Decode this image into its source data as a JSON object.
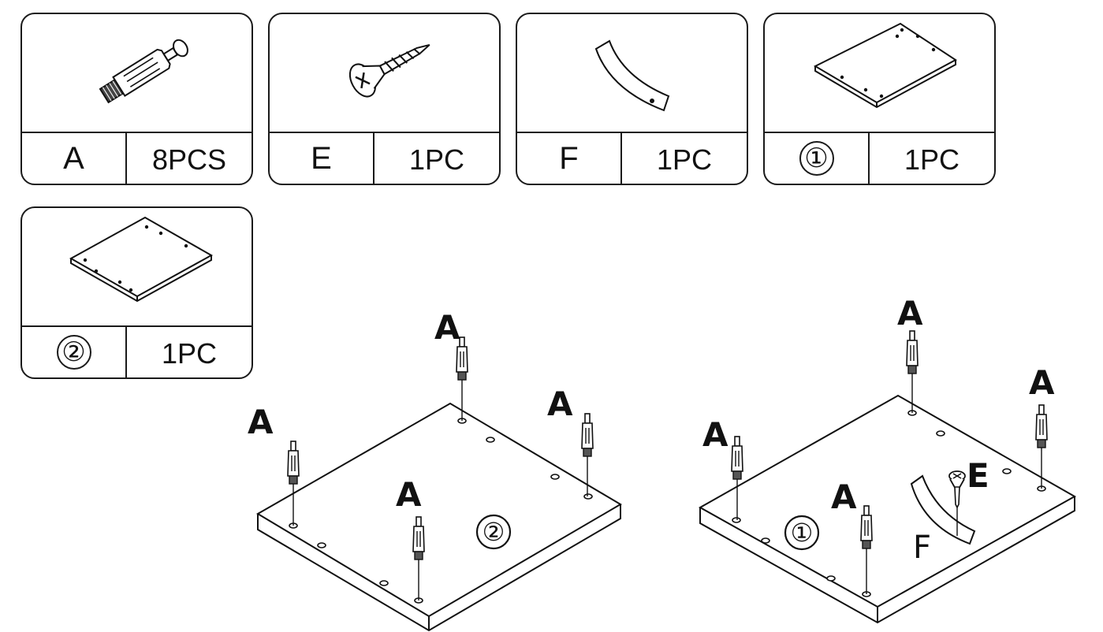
{
  "parts": [
    {
      "id": "A",
      "qty": "8PCS",
      "icon": "dowel-icon"
    },
    {
      "id": "E",
      "qty": "1PC",
      "icon": "screw-icon"
    },
    {
      "id": "F",
      "qty": "1PC",
      "icon": "strip-icon"
    },
    {
      "id": "①",
      "qty": "1PC",
      "icon": "panel-icon"
    },
    {
      "id": "②",
      "qty": "1PC",
      "icon": "panel-icon"
    }
  ],
  "assembly": {
    "panel_2": {
      "number": "②",
      "dowel_label": "A"
    },
    "panel_1": {
      "number": "①",
      "dowel_label": "A",
      "screw_label": "E",
      "strip_label": "F"
    }
  }
}
